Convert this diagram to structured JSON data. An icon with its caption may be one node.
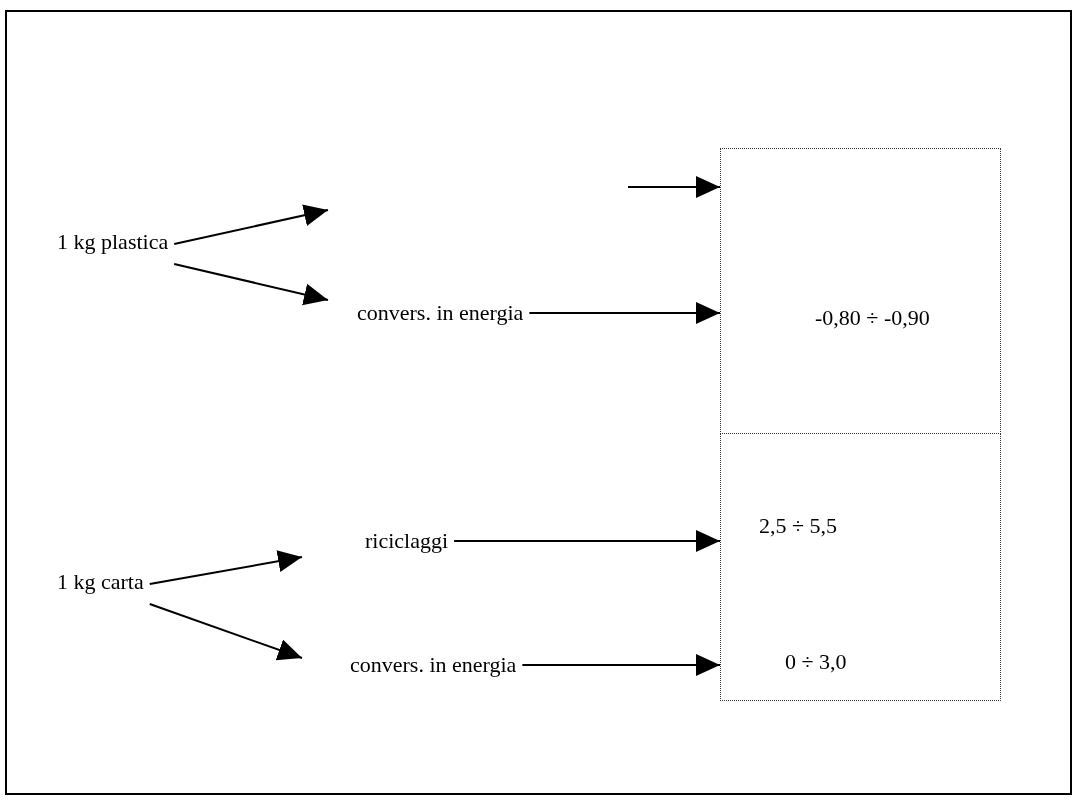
{
  "diagram": {
    "nodes": [
      {
        "text": [
          "1 kg plastica"
        ]
      },
      {
        "text": [
          "convers. in energia"
        ]
      },
      {
        "text": [
          "1 kg carta"
        ]
      },
      {
        "text": [
          "riciclaggi"
        ]
      },
      {
        "text": [
          "convers. in energia"
        ]
      },
      {
        "text": [
          "-0,80 ÷ -0,90"
        ]
      },
      {
        "text": [
          "2,5 ÷ 5,5",
          "0 ÷ 3,0"
        ]
      }
    ],
    "edges": [
      {
        "from": 0,
        "to": null,
        "arrow": "to"
      },
      {
        "from": 0,
        "to": 1,
        "arrow": "to"
      },
      {
        "from": null,
        "to": 5,
        "arrow": "to"
      },
      {
        "from": 1,
        "to": 5,
        "arrow": "to"
      },
      {
        "from": 2,
        "to": 3,
        "arrow": "to"
      },
      {
        "from": 2,
        "to": 4,
        "arrow": "to"
      },
      {
        "from": 3,
        "to": 6,
        "arrow": "to"
      },
      {
        "from": 4,
        "to": 6,
        "arrow": "to"
      }
    ]
  }
}
